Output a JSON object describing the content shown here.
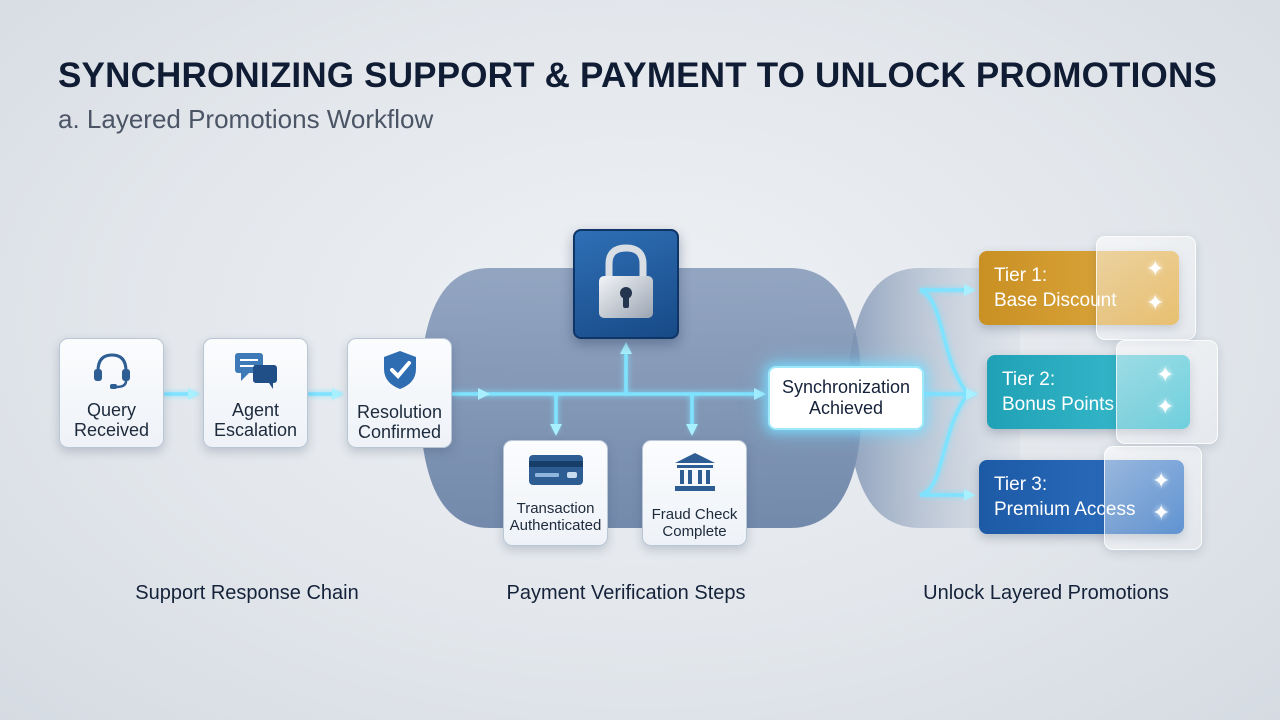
{
  "title": "SYNCHRONIZING SUPPORT & PAYMENT TO UNLOCK PROMOTIONS",
  "subtitle": "a. Layered Promotions Workflow",
  "support_chain": {
    "label": "Support Response Chain",
    "steps": [
      {
        "line1": "Query",
        "line2": "Received",
        "icon": "headset-icon"
      },
      {
        "line1": "Agent",
        "line2": "Escalation",
        "icon": "chat-bubbles-icon"
      },
      {
        "line1": "Resolution",
        "line2": "Confirmed",
        "icon": "shield-check-icon"
      }
    ]
  },
  "payment_verification": {
    "label": "Payment Verification Steps",
    "lock_icon": "padlock-icon",
    "steps": [
      {
        "line1": "Transaction",
        "line2": "Authenticated",
        "icon": "credit-card-icon"
      },
      {
        "line1": "Fraud Check",
        "line2": "Complete",
        "icon": "bank-icon"
      }
    ]
  },
  "sync": {
    "line1": "Synchronization",
    "line2": "Achieved"
  },
  "promotions": {
    "label": "Unlock Layered Promotions",
    "tiers": [
      {
        "line1": "Tier 1:",
        "line2": "Base Discount",
        "color": "#d49a2e"
      },
      {
        "line1": "Tier 2:",
        "line2": "Bonus Points",
        "color": "#2fb1c4"
      },
      {
        "line1": "Tier 3:",
        "line2": "Premium Access",
        "color": "#2565b5"
      }
    ]
  },
  "colors": {
    "glow": "#7fe3ff",
    "blob": "#6f88ab",
    "title": "#0f1c33"
  }
}
